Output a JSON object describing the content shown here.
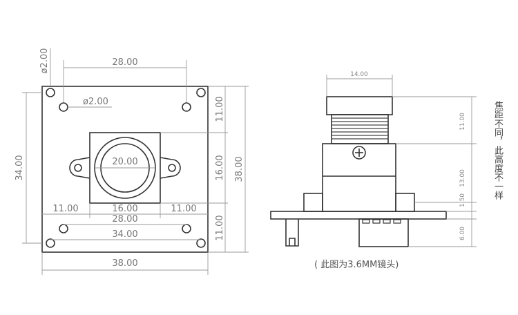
{
  "front_view": {
    "mount_hole_diameter": "ø2.00",
    "hole_dia_label": "ø2.00",
    "top_hole_spacing": "28.00",
    "lens_diameter": "20.00",
    "bottom_segment_left": "11.00",
    "bottom_segment_mid": "16.00",
    "bottom_segment_right": "11.00",
    "bottom_hole_spacing": "28.00",
    "bottom_outer_hole_spacing": "34.00",
    "board_width": "38.00",
    "left_hole_spacing": "34.00",
    "right_segment_top": "11.00",
    "right_segment_mid": "16.00",
    "right_segment_bottom": "11.00",
    "board_height": "38.00"
  },
  "side_view": {
    "lens_width": "14.00",
    "lens_height": "11.00",
    "holder_height": "13.00",
    "pcb_thickness": "1.50",
    "connector_height": "6.00",
    "caption": "( 此图为3.6MM镜头)",
    "note_vertical": "焦距不同，此高度不一样"
  }
}
